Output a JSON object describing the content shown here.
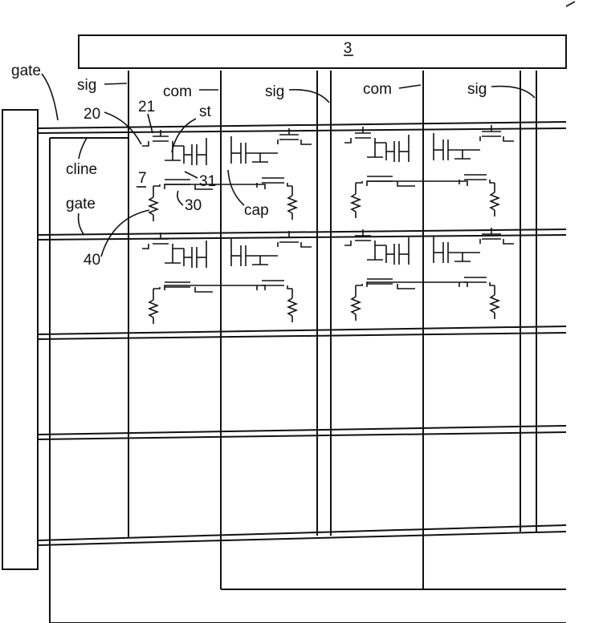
{
  "figure": {
    "driver_block_label": "3",
    "labels": {
      "gate_top": "gate",
      "sig_1": "sig",
      "com_1": "com",
      "sig_2": "sig",
      "com_2": "com",
      "sig_3": "sig",
      "ref_20": "20",
      "ref_21": "21",
      "st": "st",
      "cline": "cline",
      "ref_7": "7",
      "ref_31": "31",
      "ref_30": "30",
      "cap": "cap",
      "gate_mid": "gate",
      "ref_40": "40"
    }
  }
}
